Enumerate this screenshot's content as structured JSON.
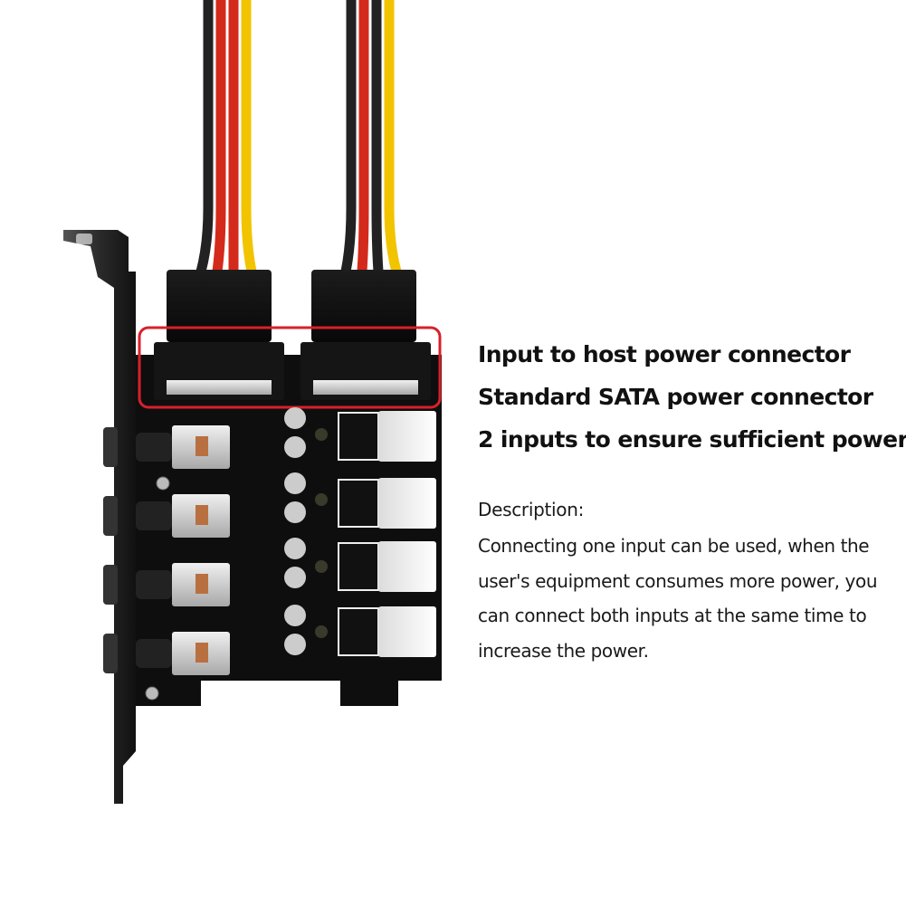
{
  "headline": {
    "lines": [
      "Input to host power connector",
      "Standard SATA power connector",
      "2 inputs to ensure sufficient power"
    ]
  },
  "description": {
    "label": "Description:",
    "lines": [
      "Connecting one input can be used, when the",
      "user's equipment consumes more power, you",
      "can connect both inputs at the same time to",
      "increase the power."
    ]
  },
  "photo": {
    "subject": "pcie-sata-power-switch-board",
    "wire_colors": [
      "#222222",
      "#d42a1c",
      "#d42a1c",
      "#f2c400"
    ],
    "highlight_color": "#d8202a",
    "board_color": "#111111",
    "bracket_color": "#2a2a2a"
  }
}
